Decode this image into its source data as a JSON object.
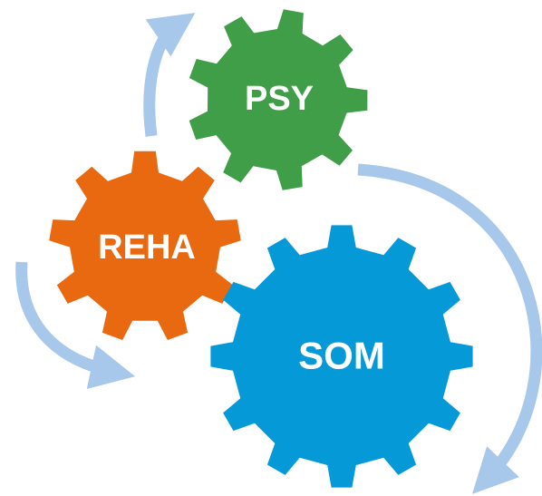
{
  "colors": {
    "arrow": "#a7c8ea",
    "psy": "#3f9e47",
    "reha": "#e8690f",
    "som": "#0699d8",
    "label": "#ffffff"
  },
  "gears": {
    "psy": {
      "label": "PSY"
    },
    "reha": {
      "label": "REHA"
    },
    "som": {
      "label": "SOM"
    }
  }
}
